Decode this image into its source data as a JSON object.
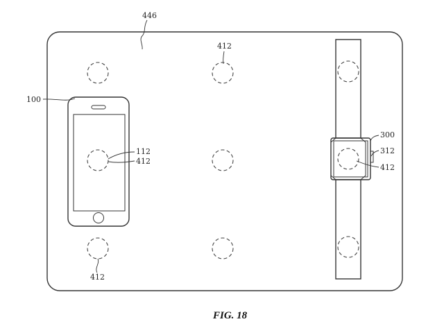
{
  "figure": {
    "caption": "FIG. 18",
    "labels": {
      "pad": "446",
      "coil_top": "412",
      "phone": "100",
      "phone_coil_a": "112",
      "phone_coil_b": "412",
      "coil_bottom_left": "412",
      "watch": "300",
      "watch_coil_a": "312",
      "watch_coil_b": "412"
    }
  }
}
